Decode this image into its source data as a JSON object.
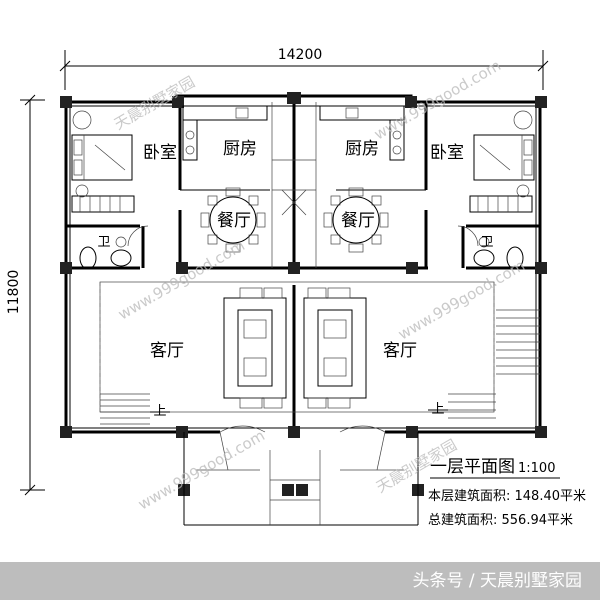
{
  "dimensions": {
    "width": "14200",
    "height": "11800"
  },
  "rooms": {
    "bedroom_left": "卧室",
    "kitchen_left": "厨房",
    "kitchen_right": "厨房",
    "bedroom_right": "卧室",
    "dining_left": "餐厅",
    "dining_right": "餐厅",
    "bath_left": "卫",
    "bath_right": "卫",
    "living_left": "客厅",
    "living_right": "客厅",
    "stair_left": "上",
    "stair_right": "上"
  },
  "title_block": {
    "title": "一层平面图",
    "scale": "1:100",
    "floor_area": "本层建筑面积: 148.40平米",
    "total_area": "总建筑面积: 556.94平米"
  },
  "watermark": {
    "name": "天晨别墅家园",
    "url": "www.999good.com"
  },
  "footer": {
    "text": "头条号 / 天晨别墅家园"
  }
}
